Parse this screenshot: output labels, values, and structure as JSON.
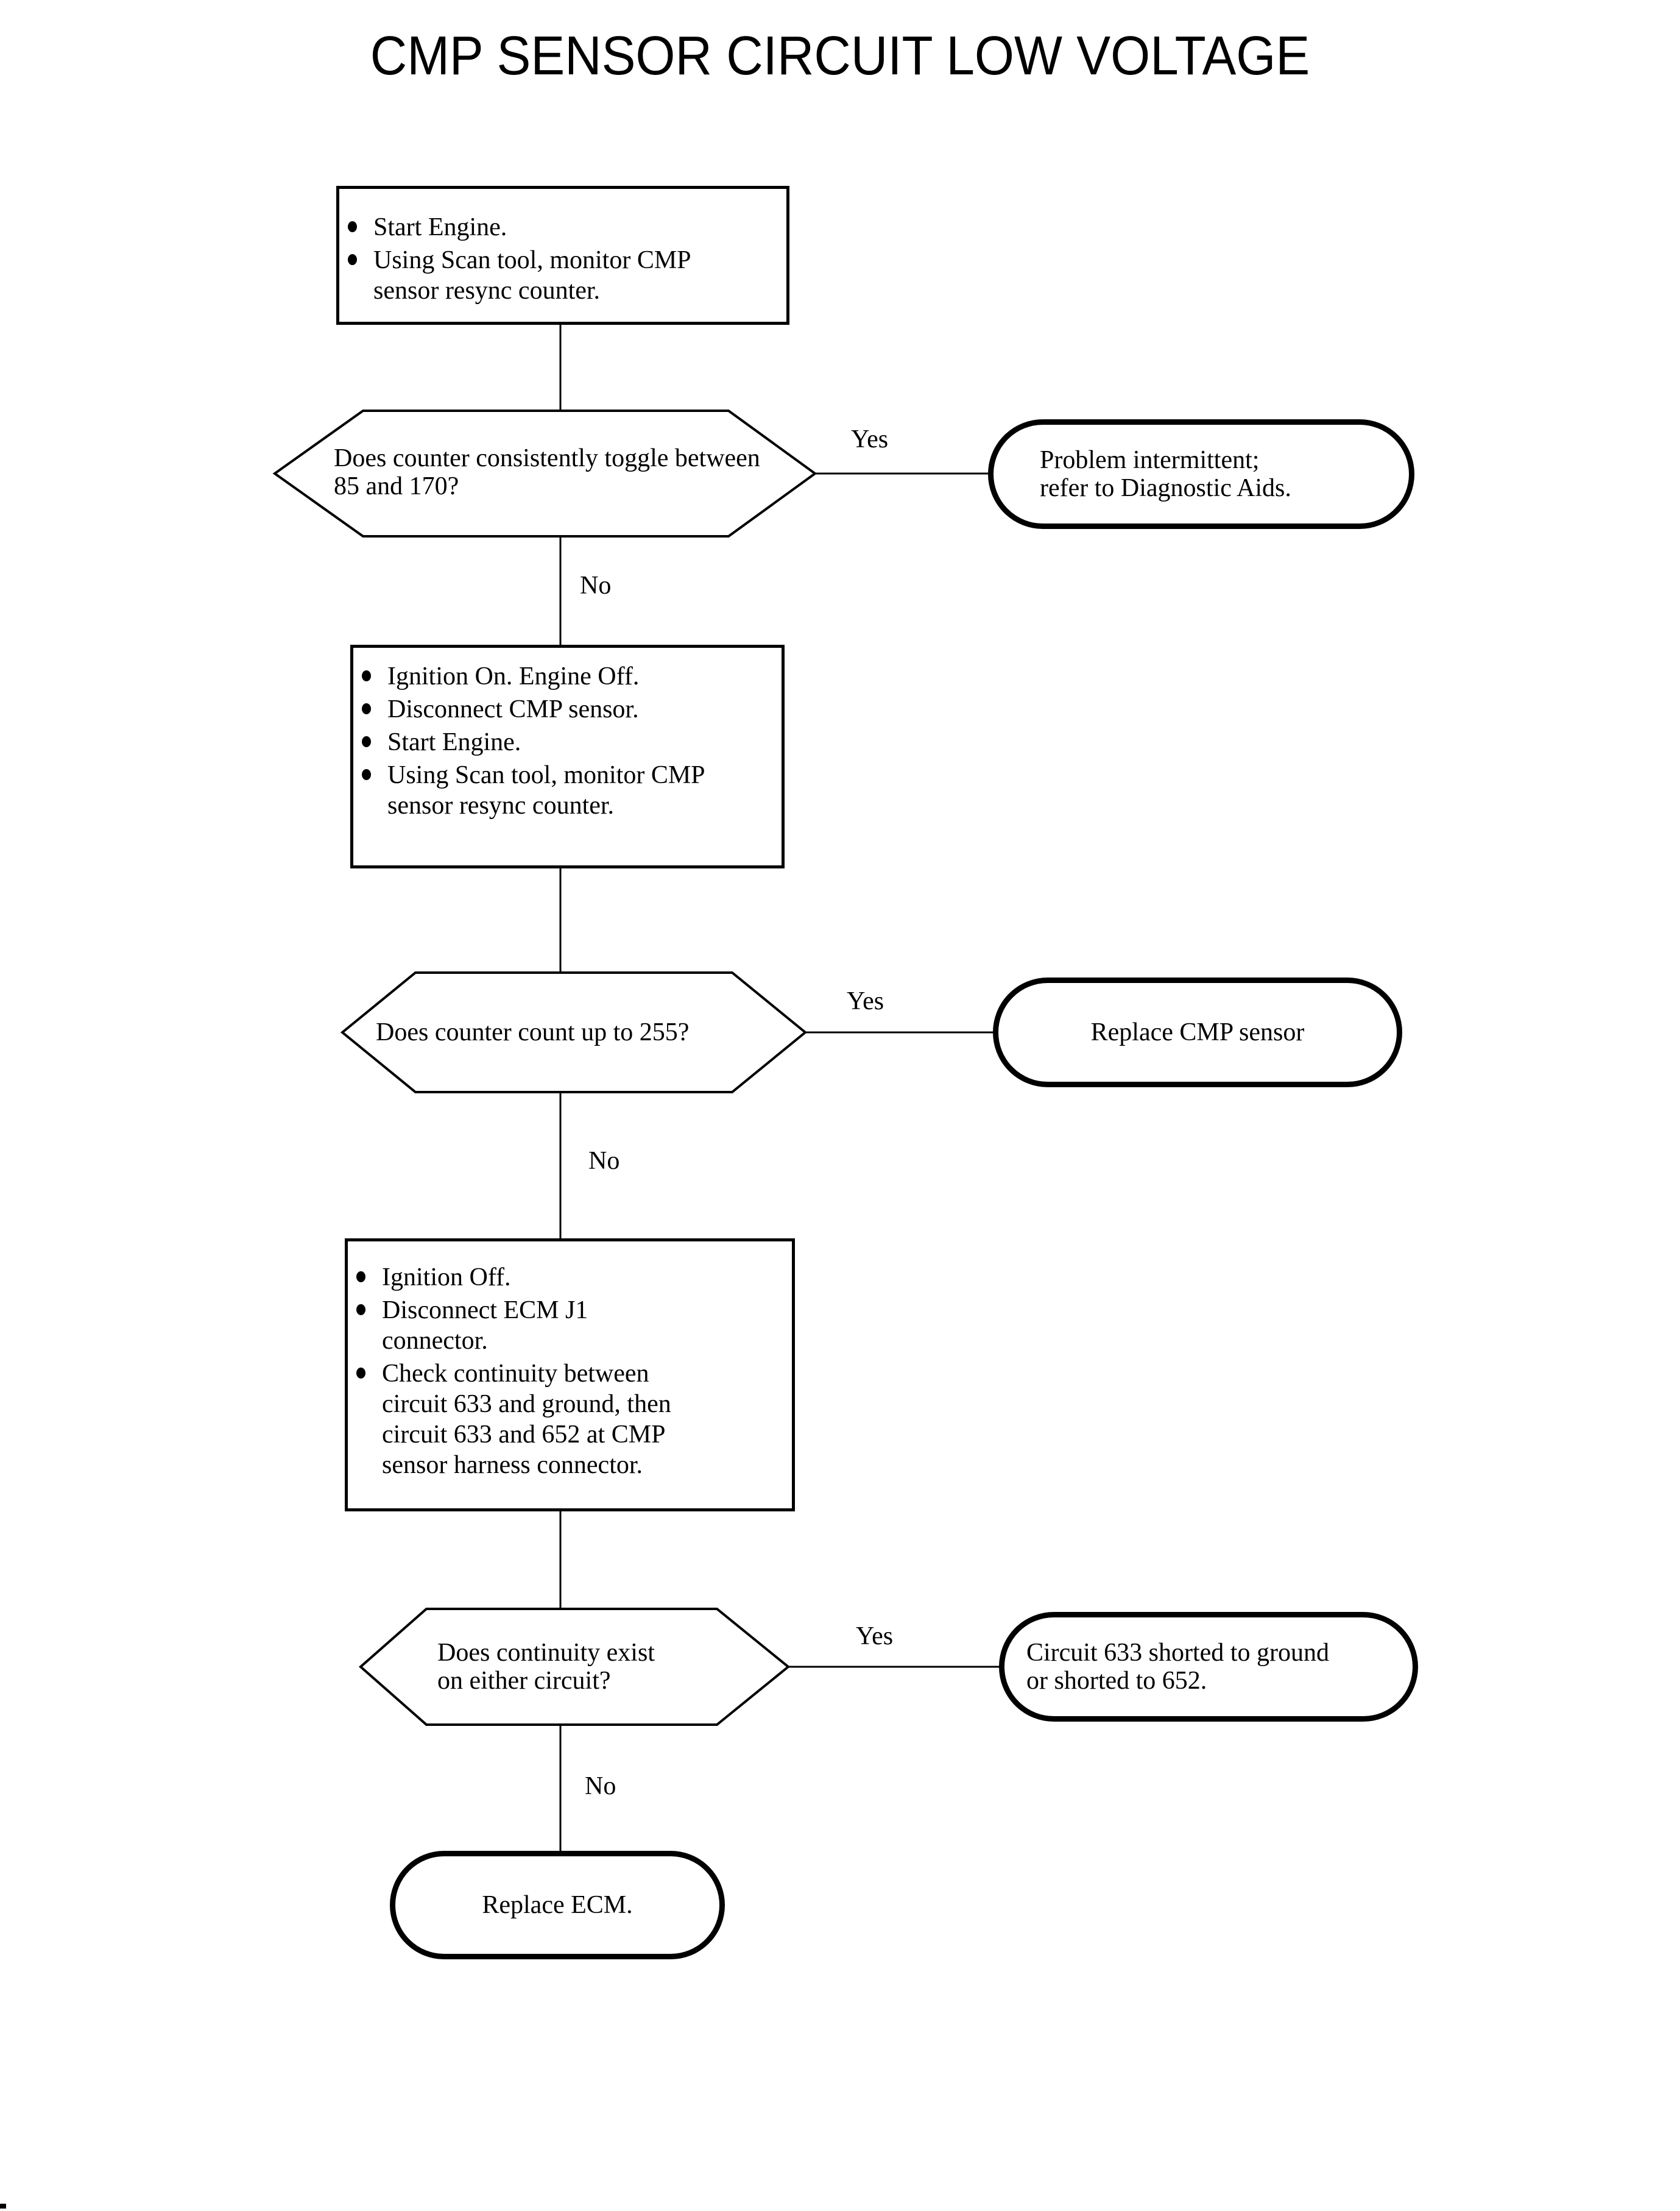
{
  "title": "CMP SENSOR CIRCUIT LOW VOLTAGE",
  "colors": {
    "ink": "#000000",
    "paper": "#ffffff"
  },
  "labels": {
    "yes": "Yes",
    "no": "No"
  },
  "boxes": [
    {
      "items": [
        "Start Engine.",
        "Using Scan tool, monitor CMP\nsensor resync counter."
      ]
    },
    {
      "items": [
        "Ignition On. Engine Off.",
        "Disconnect CMP sensor.",
        "Start Engine.",
        "Using Scan tool, monitor CMP\nsensor resync counter."
      ]
    },
    {
      "items": [
        "Ignition Off.",
        "Disconnect ECM J1\nconnector.",
        "Check continuity between\ncircuit 633 and ground, then\ncircuit 633 and 652 at CMP\nsensor harness connector."
      ]
    }
  ],
  "decisions": [
    {
      "question": "Does counter consistently toggle between\n85 and 170?"
    },
    {
      "question": "Does counter count up to 255?"
    },
    {
      "question": "Does continuity exist\non either circuit?"
    }
  ],
  "terminals": [
    {
      "text": "Problem intermittent;\nrefer to Diagnostic Aids."
    },
    {
      "text": "Replace CMP sensor"
    },
    {
      "text": "Circuit 633 shorted to ground\nor shorted to 652."
    },
    {
      "text": "Replace ECM."
    }
  ]
}
